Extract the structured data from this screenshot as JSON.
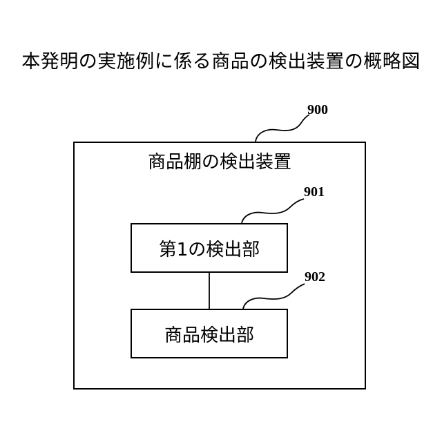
{
  "figure_title": "本発明の実施例に係る商品の検出装置の概略図",
  "device": {
    "ref": "900",
    "label": "商品棚の検出装置"
  },
  "units": [
    {
      "ref": "901",
      "label": "第1の検出部"
    },
    {
      "ref": "902",
      "label": "商品検出部"
    }
  ]
}
